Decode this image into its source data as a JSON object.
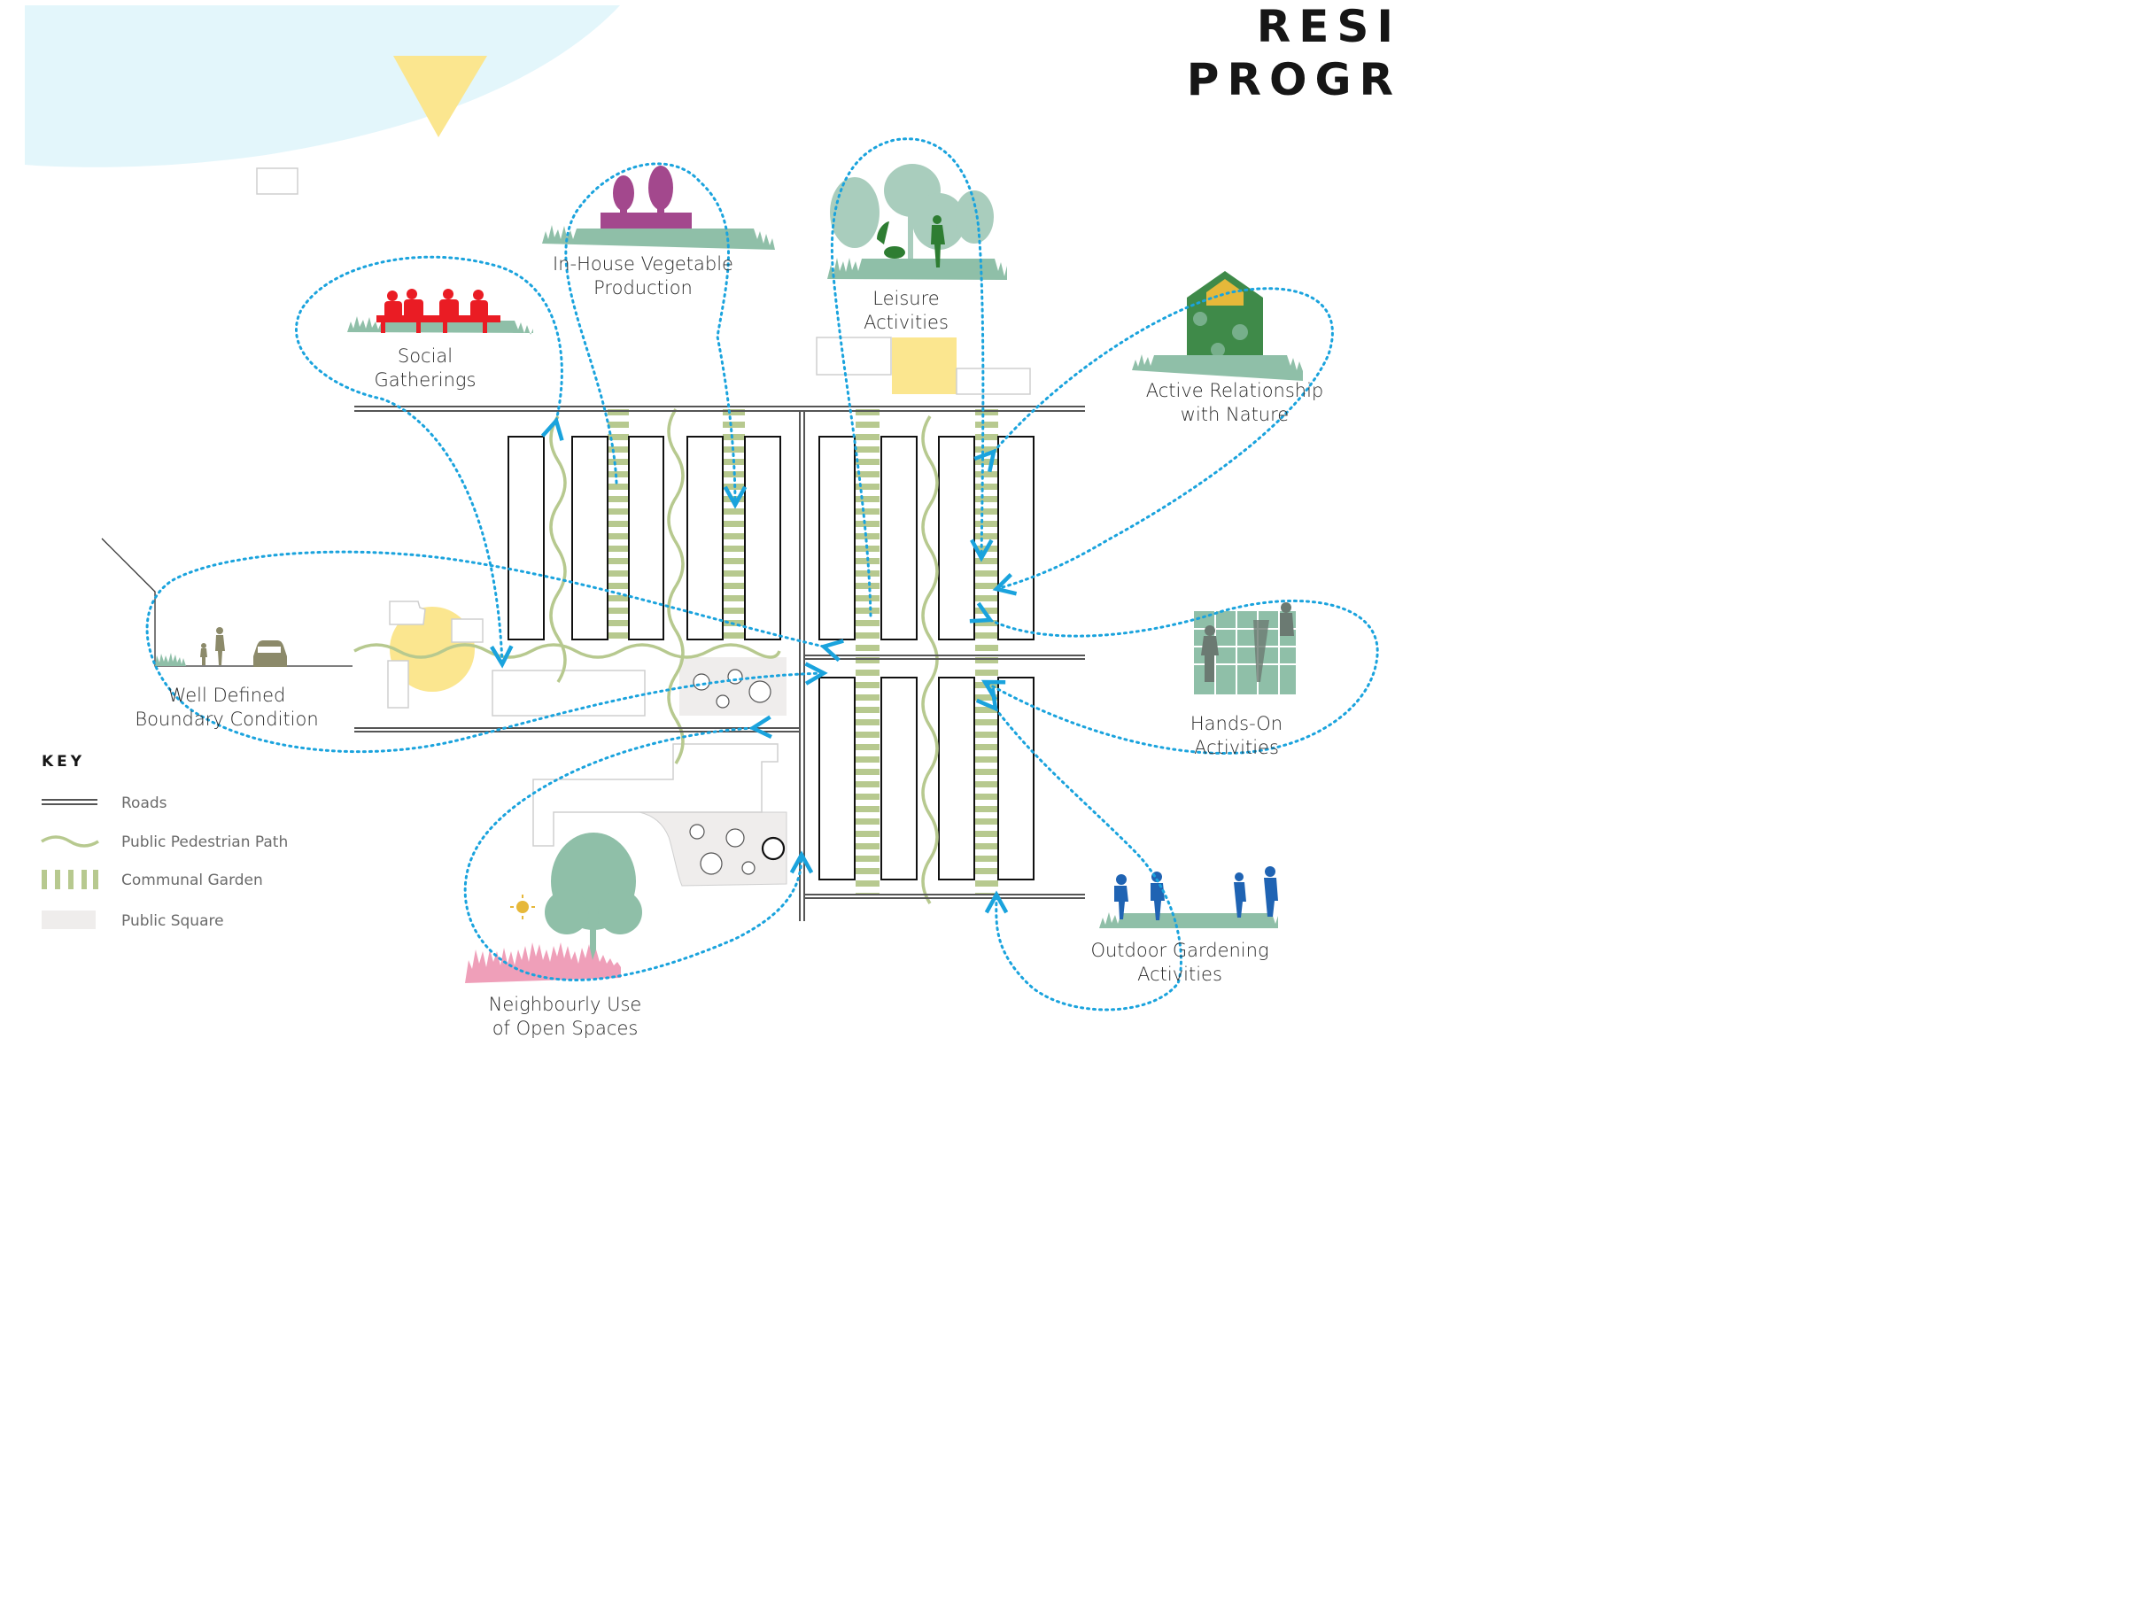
{
  "title": {
    "line1": "RESI",
    "line2": "PROGR"
  },
  "labels": {
    "social": [
      "Social",
      "Gatherings"
    ],
    "vegetable": [
      "In-House Vegetable",
      "Production"
    ],
    "leisure": [
      "Leisure",
      "Activities"
    ],
    "nature": [
      "Active Relationship",
      "with Nature"
    ],
    "hands_on": [
      "Hands-On",
      "Activities"
    ],
    "outdoor": [
      "Outdoor Gardening",
      "Activities"
    ],
    "neighbourly": [
      "Neighbourly Use",
      "of Open Spaces"
    ],
    "boundary": [
      "Well Defined",
      "Boundary Condition"
    ]
  },
  "key": {
    "title": "KEY",
    "items": [
      {
        "label": "Roads",
        "icon": "roads-symbol"
      },
      {
        "label": "Public Pedestrian Path",
        "icon": "pedestrian-path-symbol"
      },
      {
        "label": "Communal Garden",
        "icon": "communal-garden-symbol"
      },
      {
        "label": "Public Square",
        "icon": "public-square-symbol"
      }
    ]
  },
  "colors": {
    "sky": "#e3f6fb",
    "sun_yellow": "#fbe68f",
    "dotted_arrow": "#1aa3dd",
    "path_green": "#b7c98f",
    "road": "#555555",
    "square": "#efedec",
    "social_red": "#ea1c24",
    "vegetable_purple": "#a3488d",
    "leisure_green": "#2e7d32",
    "foliage": "#8fbfa8",
    "hands_on_grey": "#6b7a72",
    "outdoor_blue": "#1f63b3",
    "neighbour_pink": "#ef9fb9",
    "nature_yellow": "#e6b83a"
  }
}
